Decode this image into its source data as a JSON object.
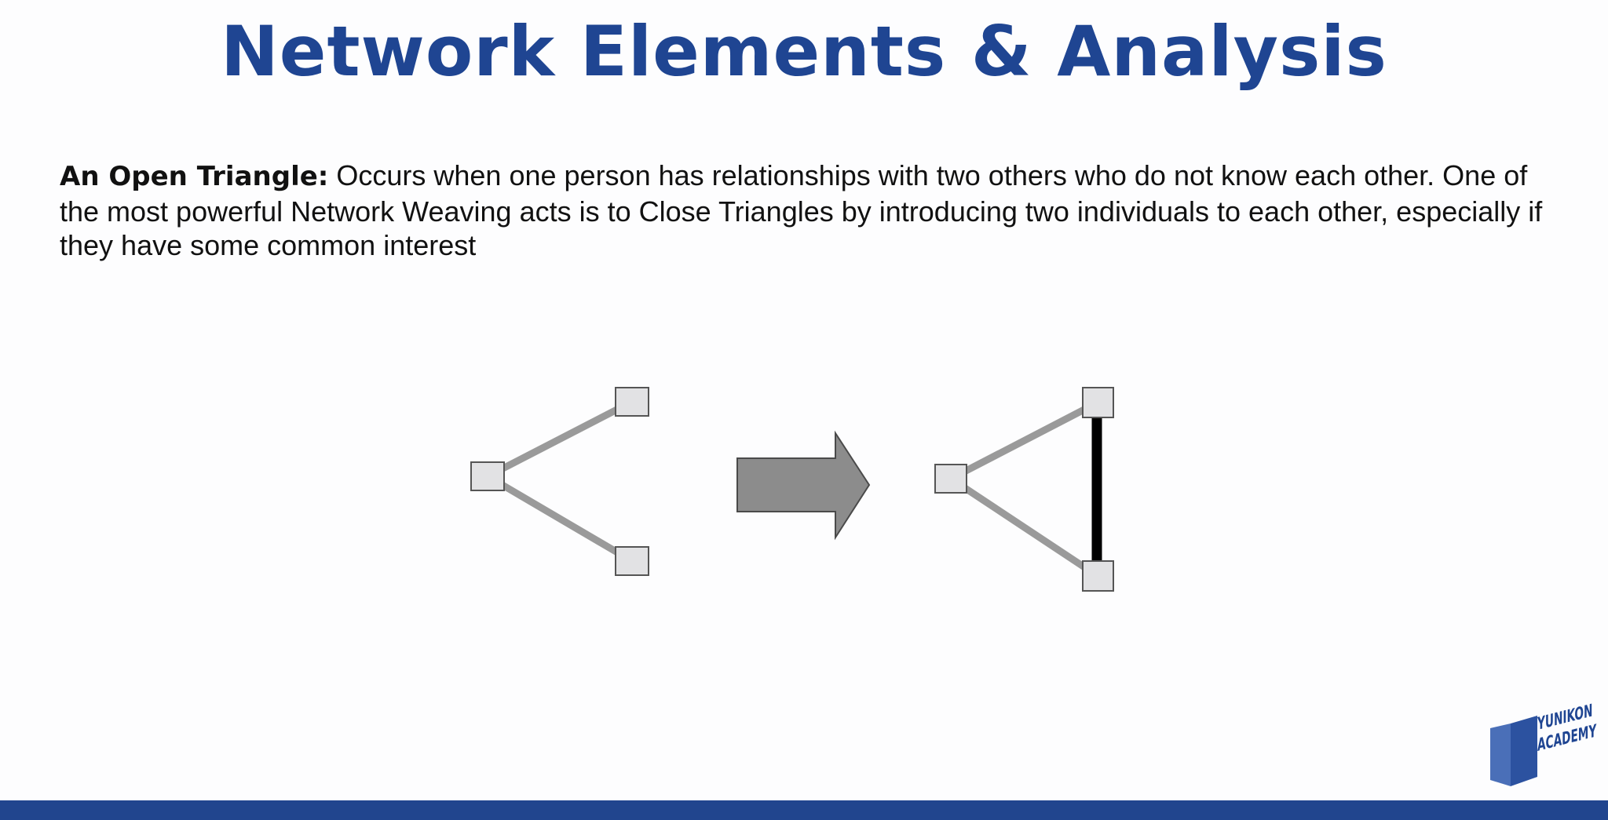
{
  "slide": {
    "title": "Network Elements & Analysis",
    "term": "An Open Triangle:",
    "description": " Occurs when one person has relationships with two others who do not know each other. One of the most powerful Network Weaving acts is to Close Triangles by introducing two individuals to each other, especially if they have some common interest"
  },
  "logo": {
    "line1": "YUNIKON",
    "line2": "ACADEMY"
  },
  "colors": {
    "title": "#1f4592",
    "footer_bar": "#21458e",
    "node_fill": "#e2e2e4",
    "weak_tie": "#9a9a9a",
    "new_tie": "#000000",
    "arrow": "#8c8c8c"
  }
}
